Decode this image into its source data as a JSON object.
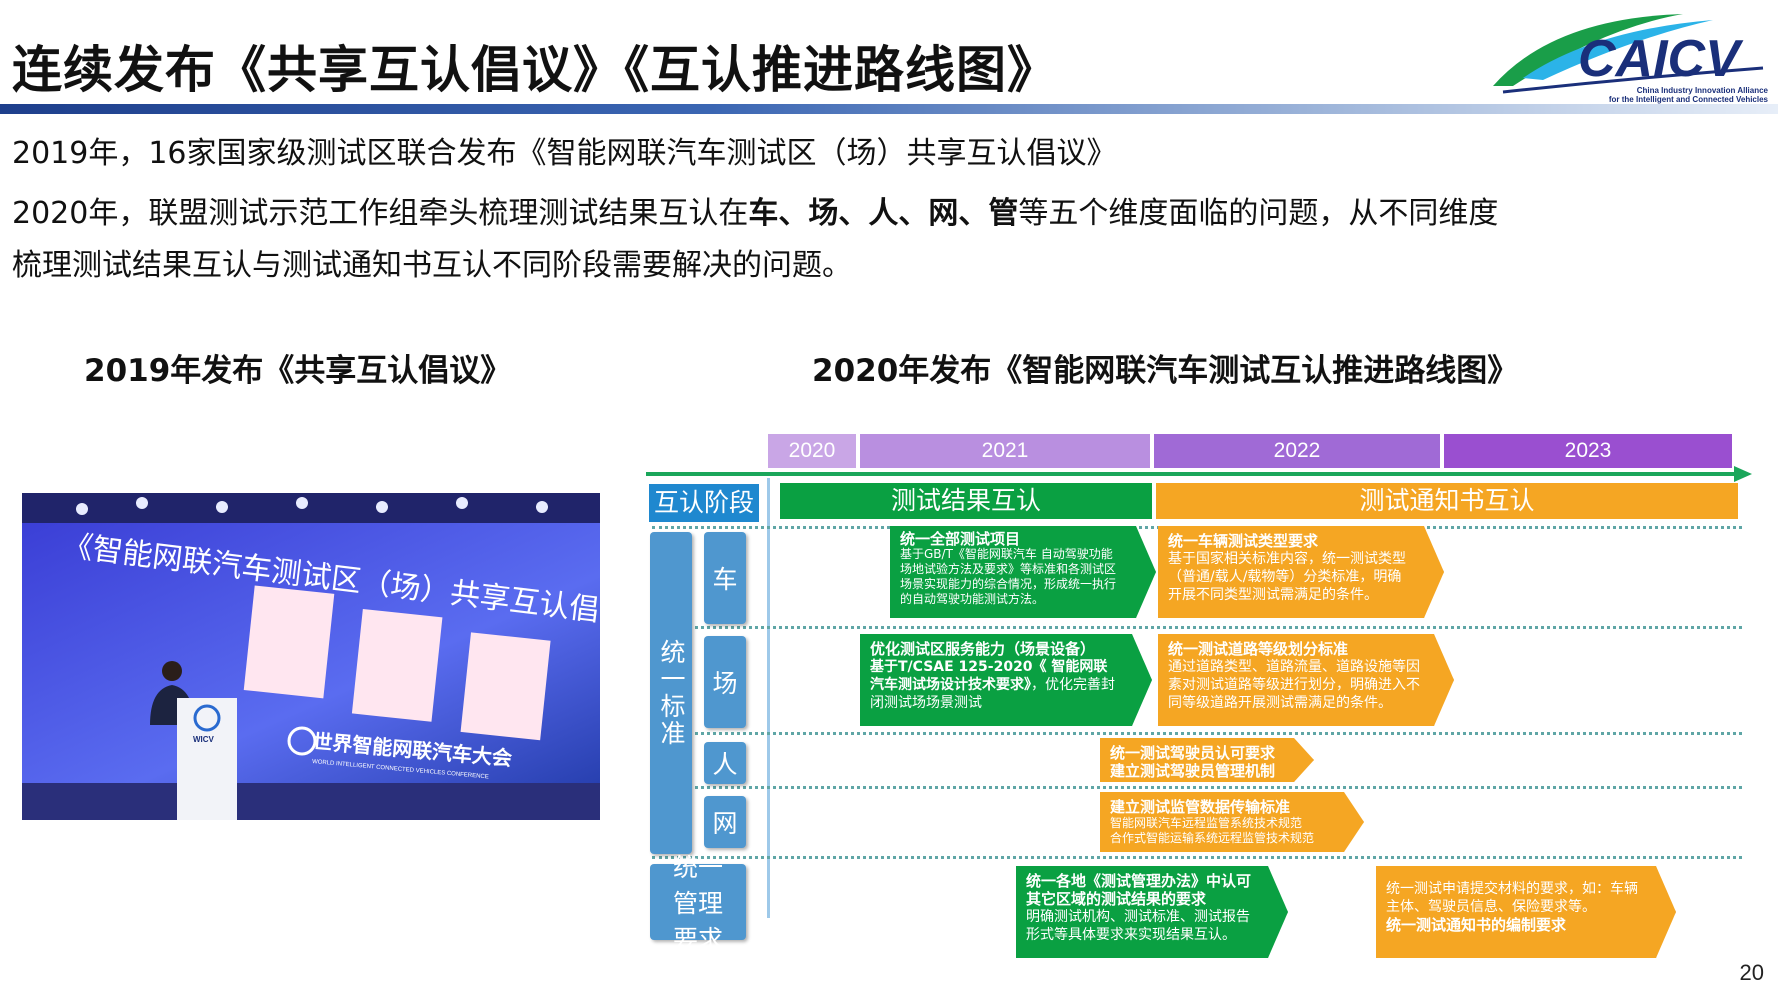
{
  "header": {
    "title": "连续发布《共享互认倡议》《互认推进路线图》",
    "logo_text": "CAICV",
    "logo_sub_line1": "China Industry Innovation Alliance",
    "logo_sub_line2": "for the Intelligent and Connected Vehicles"
  },
  "body": {
    "line1": "2019年，16家国家级测试区联合发布《智能网联汽车测试区（场）共享互认倡议》",
    "line2_a": "2020年，联盟测试示范工作组牵头梳理测试结果互认在",
    "line2_bold": "车、场、人、网、管",
    "line2_b": "等五个维度面临的问题，从不同维度",
    "line3": "梳理测试结果互认与测试通知书互认不同阶段需要解决的问题。"
  },
  "left": {
    "subtitle": "2019年发布《共享互认倡议》",
    "photo": {
      "banner": "《智能网联汽车测试区（场）共享互认倡议》",
      "event_cn": "世界智能网联汽车大会",
      "event_en": "WORLD INTELLIGENT CONNECTED VEHICLES CONFERENCE",
      "podium_logo": "WICV"
    }
  },
  "right": {
    "subtitle": "2020年发布《智能网联汽车测试互认推进路线图》"
  },
  "roadmap": {
    "years": [
      "2020",
      "2021",
      "2022",
      "2023"
    ],
    "stage_label": "互认阶段",
    "phase1": "测试结果互认",
    "phase2": "测试通知书互认",
    "group_standard": "统一标准",
    "group_mgmt": "统一管理要求",
    "dims": [
      "车",
      "场",
      "人",
      "网"
    ],
    "boxes": {
      "car_green_h": "统一全部测试项目",
      "car_green_t": "基于GB/T《智能网联汽车 自动驾驶功能场地试验方法及要求》等标准和各测试区场景实现能力的综合情况，形成统一执行的自动驾驶功能测试方法。",
      "car_orange_h": "统一车辆测试类型要求",
      "car_orange_t": "基于国家相关标准内容，统一测试类型（普通/载人/载物等）分类标准，明确开展不同类型测试需满足的条件。",
      "site_green_h": "优化测试区服务能力（场景设备）",
      "site_green_t1": "基于T/CSAE 125-2020《 智能网联汽车测试场设计技术要求》",
      "site_green_t2": "，优化完善封闭测试场场景测试",
      "site_orange_h": "统一测试道路等级划分标准",
      "site_orange_t": "通过道路类型、道路流量、道路设施等因素对测试道路等级进行划分，明确进入不同等级道路开展测试需满足的条件。",
      "person_h1": "统一测试驾驶员认可要求",
      "person_h2": "建立测试驾驶员管理机制",
      "net_h": "建立测试监管数据传输标准",
      "net_t1": "智能网联汽车远程监管系统技术规范",
      "net_t2": "合作式智能运输系统远程监管技术规范",
      "mgmt_green_h": "统一各地《测试管理办法》中认可其它区域的测试结果的要求",
      "mgmt_green_t": "明确测试机构、测试标准、测试报告形式等具体要求来实现结果互认。",
      "mgmt_orange_t1": "统一测试申请提交材料的要求，如：车辆主体、驾驶员信息、保险要求等。",
      "mgmt_orange_h2": "统一测试通知书的编制要求"
    }
  },
  "page_number": "20",
  "colors": {
    "green": "#0aa042",
    "orange": "#f5a623",
    "blue": "#1f88cf",
    "year_2020": "#c9a6e6",
    "year_2021": "#b98fe0",
    "year_2022": "#a06ad6",
    "year_2023": "#9a4fd0"
  }
}
